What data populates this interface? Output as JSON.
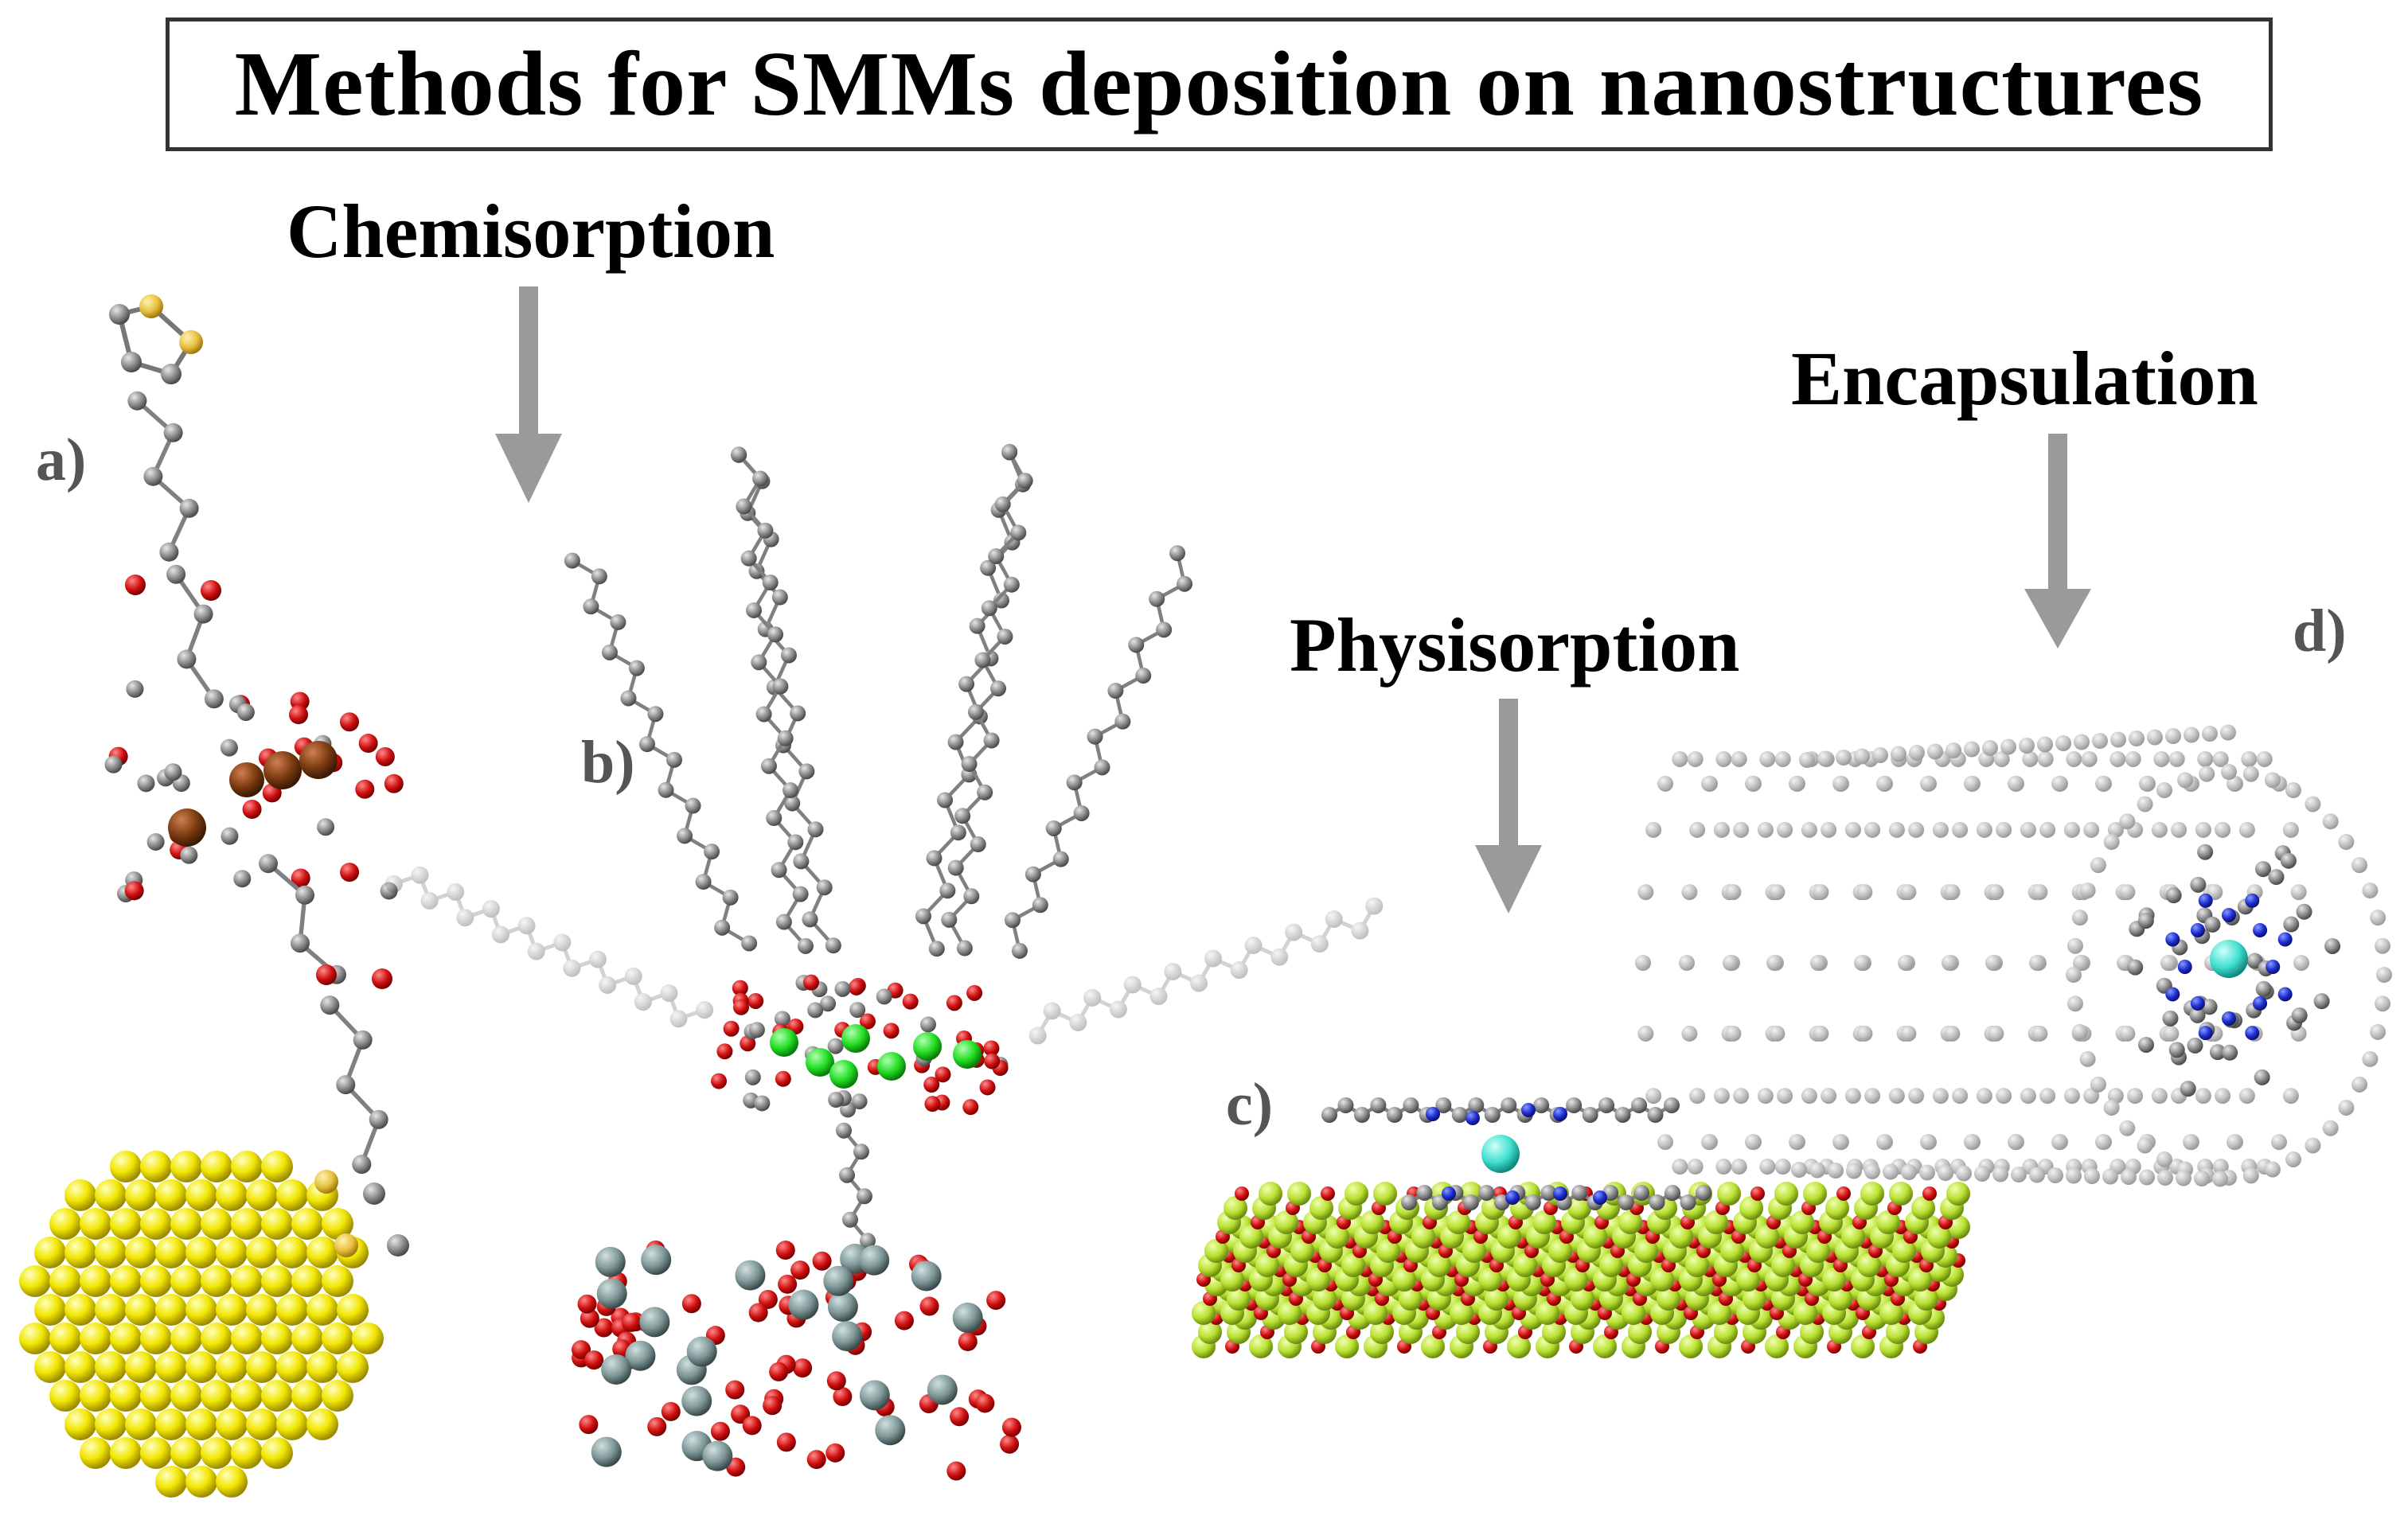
{
  "title": "Methods for SMMs deposition on nanostructures",
  "headings": {
    "chemisorption": "Chemisorption",
    "physisorption": "Physisorption",
    "encapsulation": "Encapsulation"
  },
  "panel_labels": {
    "a": "a)",
    "b": "b)",
    "c": "c)",
    "d": "d)"
  },
  "colors": {
    "arrow": "#9a9a9a",
    "carbon": "#8a8a8a",
    "oxygen": "#d01010",
    "sulfur": "#e8c040",
    "iron": "#7a3a10",
    "gold": "#f2e600",
    "metal_green": "#22dd22",
    "silicon": "#7e9696",
    "nitrogen": "#1f2fd0",
    "central_ion": "#40e0d0",
    "substrate": "#b8e030",
    "nanotube": "#b8b8b8"
  }
}
